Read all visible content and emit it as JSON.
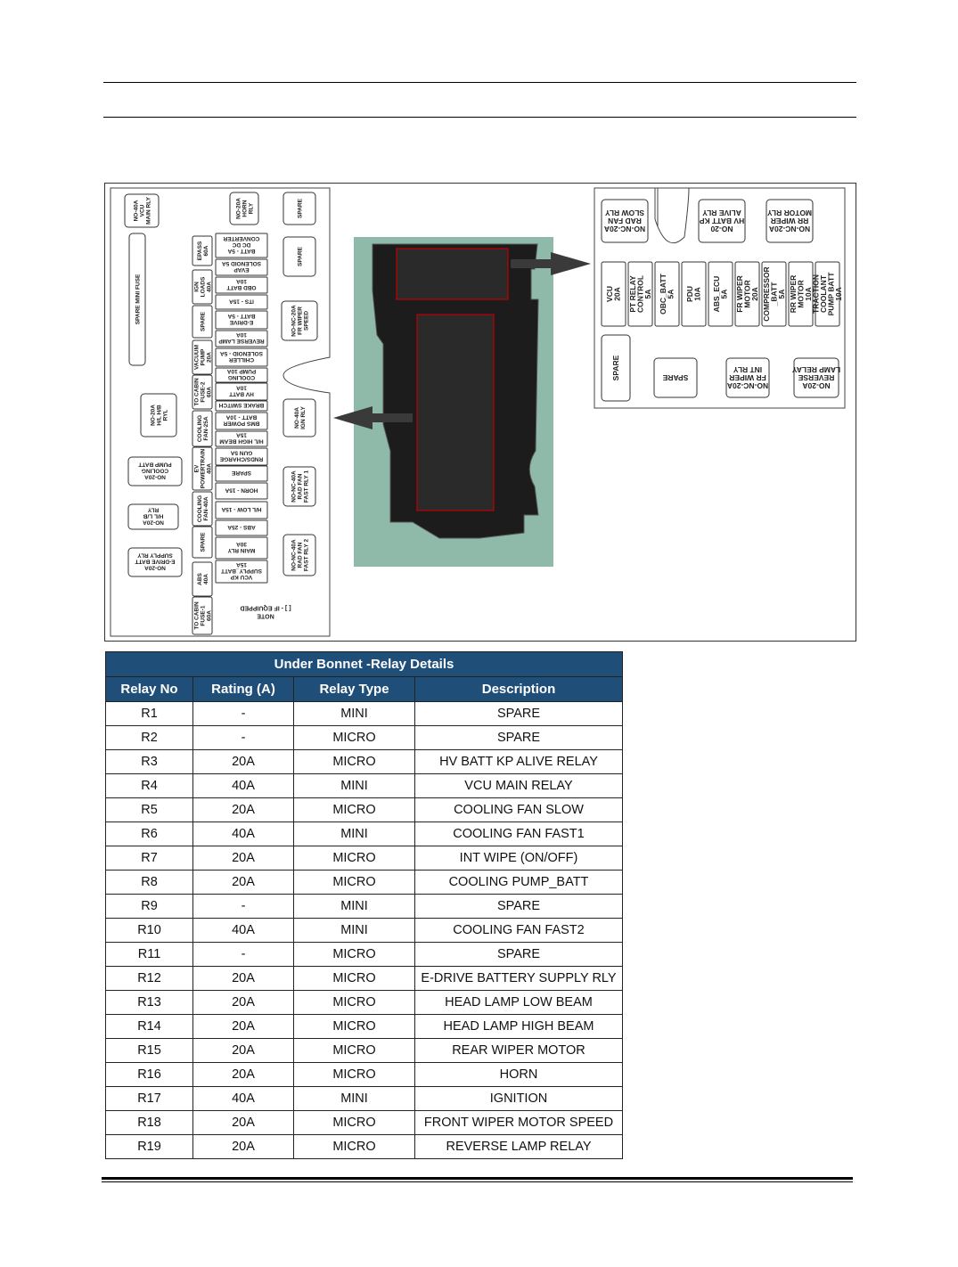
{
  "diagram": {
    "left_labels": [
      {
        "id": "vcu-main-rly",
        "text": [
          "NO-40A",
          "VCU",
          "MAIN RLY"
        ]
      },
      {
        "id": "spare-mini-fuse",
        "text": [
          "SPARE MINI FUSE"
        ]
      },
      {
        "id": "hl-hb-ryl",
        "text": [
          "NO-20A",
          "H/L H/B",
          "RYL"
        ]
      },
      {
        "id": "cooling-pump-batt",
        "text": [
          "NO-20A",
          "COOLING",
          "PUMP BATT"
        ]
      },
      {
        "id": "hl-lb-rly",
        "text": [
          "NO-20A",
          "H/L L/B",
          "RLY"
        ]
      },
      {
        "id": "edrive-batt-supply",
        "text": [
          "NO-20A",
          "E-DRIVE BATT",
          "SUPPLY RLY"
        ]
      }
    ],
    "middle_labels": [
      {
        "id": "epass",
        "text": [
          "EPASS",
          "60A"
        ]
      },
      {
        "id": "ign-loads",
        "text": [
          "IGN",
          "LOADS",
          "40A"
        ]
      },
      {
        "id": "spare-1",
        "text": [
          "SPARE"
        ]
      },
      {
        "id": "vacuum-pump",
        "text": [
          "VACUUM",
          "PUMP",
          "20A"
        ]
      },
      {
        "id": "to-cabin-fuse-2",
        "text": [
          "TO CABIN",
          "FUSE-2",
          "60A"
        ]
      },
      {
        "id": "cooling-fan-25",
        "text": [
          "COOLING",
          "FAN-25A"
        ]
      },
      {
        "id": "ev-powertrain",
        "text": [
          "EV",
          "POWERTRAIN",
          "40A"
        ]
      },
      {
        "id": "cooling-fan-40",
        "text": [
          "COOLING",
          "FAN-40A"
        ]
      },
      {
        "id": "spare-2",
        "text": [
          "SPARE"
        ]
      },
      {
        "id": "abs-40",
        "text": [
          "ABS",
          "40A"
        ]
      },
      {
        "id": "to-cabin-fuse-1",
        "text": [
          "TO CABIN",
          "FUSE-1",
          "60A"
        ]
      }
    ],
    "fuse_labels": [
      {
        "id": "batt-dcdc",
        "text": [
          "BATT - 5A",
          "DC DC",
          "CONVERTER"
        ]
      },
      {
        "id": "evap",
        "text": [
          "EVAP",
          "SOLENOID 5A"
        ]
      },
      {
        "id": "obd-batt",
        "text": [
          "OBD BATT",
          "10A"
        ]
      },
      {
        "id": "its",
        "text": [
          "ITS - 15A"
        ]
      },
      {
        "id": "edrive-batt",
        "text": [
          "E-DRIVE",
          "BATT - 5A"
        ]
      },
      {
        "id": "reverse-lamp",
        "text": [
          "REVERSE LAMP",
          "10A"
        ]
      },
      {
        "id": "chiller",
        "text": [
          "CHILLER",
          "SOLENOID - 5A"
        ]
      },
      {
        "id": "cooling-pump",
        "text": [
          "COOLING",
          "PUMP 10A"
        ]
      },
      {
        "id": "hv-batt",
        "text": [
          "HV BATT",
          "10A"
        ]
      },
      {
        "id": "brake-switch",
        "text": [
          "BRAKE SWITCH"
        ]
      },
      {
        "id": "bms-power",
        "text": [
          "BMS POWER",
          "BATT - 10A"
        ]
      },
      {
        "id": "hl-high-beam",
        "text": [
          "H/L HIGH BEAM",
          "15A"
        ]
      },
      {
        "id": "rnds",
        "text": [
          "RNDS/CHARGE",
          "GUN 5A"
        ]
      },
      {
        "id": "spare-fuse",
        "text": [
          "SPARE"
        ]
      },
      {
        "id": "horn",
        "text": [
          "HORN - 15A"
        ]
      },
      {
        "id": "hl-low",
        "text": [
          "H/L LOW - 15A"
        ]
      },
      {
        "id": "abs-25",
        "text": [
          "ABS - 25A"
        ]
      },
      {
        "id": "main-rly",
        "text": [
          "MAIN RLY",
          "30A"
        ]
      },
      {
        "id": "vcu-kp",
        "text": [
          "VCU KP",
          "SUPPLY_BATT",
          "15A"
        ]
      }
    ],
    "right_labels": [
      {
        "id": "horn-rly",
        "text": [
          "NO-20A",
          "HORN",
          "RLY"
        ]
      },
      {
        "id": "spare-r1",
        "text": [
          "SPARE"
        ]
      },
      {
        "id": "spare-r2",
        "text": [
          "SPARE"
        ]
      },
      {
        "id": "fr-wiper-speed",
        "text": [
          "NO-NC-20A",
          "FR WIPER",
          "SPEED"
        ]
      },
      {
        "id": "ign-rly",
        "text": [
          "NO-40A",
          "IGN RLY"
        ]
      },
      {
        "id": "rad-fan-fast-1",
        "text": [
          "NO-NC-40A",
          "RAD FAN",
          "FAST RLY 1"
        ]
      },
      {
        "id": "rad-fan-fast-2",
        "text": [
          "NO-NC-40A",
          "RAD FAN",
          "FAST RLY 2"
        ]
      }
    ],
    "note": [
      "NOTE",
      "[ ] - IF EQUIPPED"
    ],
    "right_box": {
      "top_relays": [
        {
          "id": "rad-fan-slow",
          "text": [
            "NO-NC-20A",
            "RAD FAN",
            "SLOW RLY"
          ]
        },
        {
          "id": "hv-batt-kp",
          "text": [
            "NO-20",
            "HV BATT KP",
            "ALIVE RLY"
          ]
        },
        {
          "id": "rr-wiper-rly",
          "text": [
            "NO-NC-20A",
            "RR WIPER",
            "MOTOR RLY"
          ]
        }
      ],
      "fuses": [
        {
          "id": "vcu-20a",
          "text": [
            "VCU",
            "20A"
          ]
        },
        {
          "id": "pt-relay",
          "text": [
            "PT RELAY",
            "CONTROL",
            "5A"
          ]
        },
        {
          "id": "obc-batt",
          "text": [
            "OBC_BATT",
            "5A"
          ]
        },
        {
          "id": "pdu",
          "text": [
            "PDU",
            "10A"
          ]
        },
        {
          "id": "abs-ecu",
          "text": [
            "ABS_ECU",
            "5A"
          ]
        },
        {
          "id": "fr-wiper-motor",
          "text": [
            "FR WIPER",
            "MOTOR",
            "20A"
          ]
        },
        {
          "id": "compressor",
          "text": [
            "COMPRESSOR",
            "_BATT",
            "5A"
          ]
        },
        {
          "id": "rr-wiper-motor",
          "text": [
            "RR WIPER",
            "MOTOR",
            "10A"
          ]
        },
        {
          "id": "traction-coolant",
          "text": [
            "TRACTION",
            "COOLANT",
            "PUMP BATT",
            "10A"
          ]
        }
      ],
      "bottom": [
        {
          "id": "spare-b1",
          "text": [
            "SPARE"
          ]
        },
        {
          "id": "spare-b2",
          "text": [
            "SPARE"
          ]
        },
        {
          "id": "fr-wiper-int",
          "text": [
            "NO-NC-20A",
            "FR WIPER",
            "INT RLY"
          ]
        },
        {
          "id": "reverse-lamp-rly",
          "text": [
            "NO-20A",
            "REVERSE",
            "LAMP RELAY"
          ]
        }
      ]
    }
  },
  "table": {
    "title": "Under Bonnet -Relay Details",
    "headers": [
      "Relay No",
      "Rating (A)",
      "Relay Type",
      "Description"
    ],
    "rows": [
      [
        "R1",
        "-",
        "MINI",
        "SPARE"
      ],
      [
        "R2",
        "-",
        "MICRO",
        "SPARE"
      ],
      [
        "R3",
        "20A",
        "MICRO",
        "HV BATT KP ALIVE RELAY"
      ],
      [
        "R4",
        "40A",
        "MINI",
        "VCU MAIN RELAY"
      ],
      [
        "R5",
        "20A",
        "MICRO",
        "COOLING FAN SLOW"
      ],
      [
        "R6",
        "40A",
        "MINI",
        "COOLING FAN FAST1"
      ],
      [
        "R7",
        "20A",
        "MICRO",
        "INT WIPE (ON/OFF)"
      ],
      [
        "R8",
        "20A",
        "MICRO",
        "COOLING PUMP_BATT"
      ],
      [
        "R9",
        "-",
        "MINI",
        "SPARE"
      ],
      [
        "R10",
        "40A",
        "MINI",
        "COOLING FAN FAST2"
      ],
      [
        "R11",
        "-",
        "MICRO",
        "SPARE"
      ],
      [
        "R12",
        "20A",
        "MICRO",
        "E-DRIVE BATTERY SUPPLY RLY"
      ],
      [
        "R13",
        "20A",
        "MICRO",
        "HEAD LAMP LOW BEAM"
      ],
      [
        "R14",
        "20A",
        "MICRO",
        "HEAD LAMP HIGH BEAM"
      ],
      [
        "R15",
        "20A",
        "MICRO",
        "REAR WIPER MOTOR"
      ],
      [
        "R16",
        "20A",
        "MICRO",
        "HORN"
      ],
      [
        "R17",
        "40A",
        "MINI",
        "IGNITION"
      ],
      [
        "R18",
        "20A",
        "MICRO",
        "FRONT WIPER MOTOR SPEED"
      ],
      [
        "R19",
        "20A",
        "MICRO",
        "REVERSE LAMP RELAY"
      ]
    ]
  },
  "colors": {
    "header_bg": "#1f4e79",
    "photo_bg": "#8fb9a8",
    "box_outline": "#c00000"
  }
}
